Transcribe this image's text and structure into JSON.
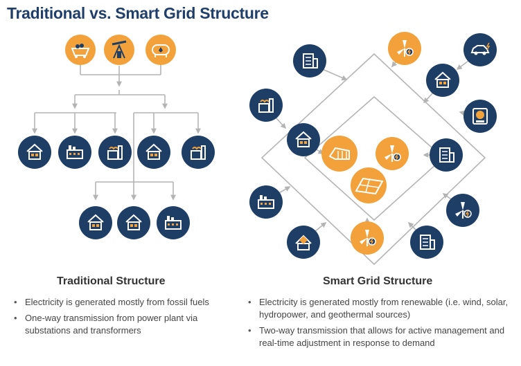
{
  "title": "Traditional vs. Smart Grid Structure",
  "colors": {
    "navy": "#1e3e66",
    "orange": "#f2a13b",
    "line": "#b4b4b4",
    "title": "#1f3f6a"
  },
  "traditional": {
    "heading": "Traditional Structure",
    "bullets": [
      "Electricity is generated mostly from fossil fuels",
      "One-way transmission from power plant via substations and transformers"
    ],
    "sources": [
      "coal-cart-icon",
      "oil-pump-icon",
      "gas-tank-icon"
    ],
    "row1": [
      "house-icon",
      "factory-icon",
      "industrial-plant-icon",
      "house-icon",
      "industrial-plant-icon"
    ],
    "row2": [
      "house-icon",
      "house-icon",
      "factory-icon"
    ]
  },
  "smart": {
    "heading": "Smart Grid Structure",
    "bullets": [
      "Electricity is generated mostly from renewable (i.e. wind, solar, hydropower, and geothermal sources)",
      "Two-way transmission that allows for active management and real-time adjustment in response to demand"
    ],
    "renewables": [
      "wind-turbine-icon",
      "wind-turbine-icon",
      "wind-turbine-icon",
      "hydro-dam-icon",
      "solar-panel-icon"
    ],
    "consumers": [
      "office-building-icon",
      "electric-car-icon",
      "house-icon",
      "smart-meter-icon",
      "factory-icon",
      "house-icon",
      "office-building-icon",
      "factory-icon",
      "solar-house-icon",
      "office-building-icon",
      "wind-turbine-icon"
    ]
  }
}
